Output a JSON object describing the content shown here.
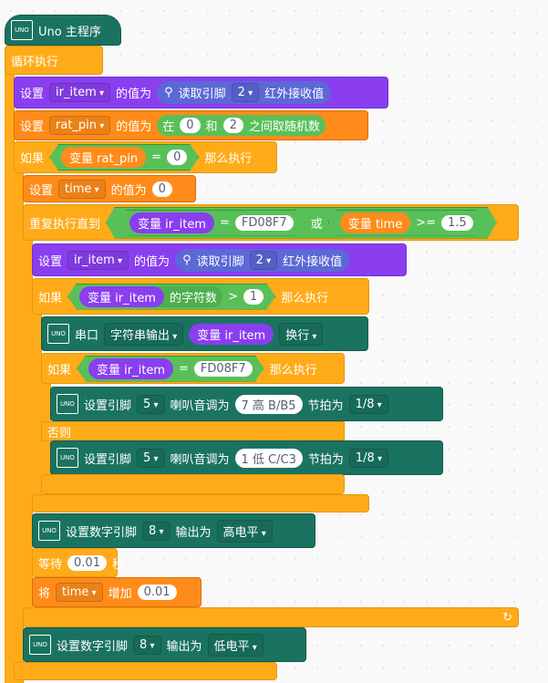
{
  "hat": {
    "title": "Uno 主程序",
    "icon_text": "UNO"
  },
  "forever": "循环执行",
  "set1": {
    "set": "设置",
    "var": "ir_item",
    "value_is": "的值为",
    "read": "读取引脚",
    "pin": "2",
    "ir": "红外接收值"
  },
  "set2": {
    "set": "设置",
    "var": "rat_pin",
    "value_is": "的值为",
    "in": "在",
    "a": "0",
    "and": "和",
    "b": "2",
    "random": "之间取随机数"
  },
  "if1": {
    "if": "如果",
    "var": "变量 rat_pin",
    "op": "=",
    "val": "0",
    "then": "那么执行"
  },
  "set3": {
    "set": "设置",
    "var": "time",
    "value_is": "的值为",
    "val": "0"
  },
  "repeat": {
    "label": "重复执行直到",
    "var1": "变量 ir_item",
    "op1": "=",
    "val1": "FD08F7",
    "or": "或",
    "var2": "变量 time",
    "op2": ">=",
    "val2": "1.5"
  },
  "set4": {
    "set": "设置",
    "var": "ir_item",
    "value_is": "的值为",
    "read": "读取引脚",
    "pin": "2",
    "ir": "红外接收值"
  },
  "if2": {
    "if": "如果",
    "var": "变量 ir_item",
    "len": "的字符数",
    "op": ">",
    "val": "1",
    "then": "那么执行"
  },
  "serial": {
    "label": "串口",
    "mode": "字符串输出",
    "var": "变量 ir_item",
    "newline": "换行"
  },
  "if3": {
    "if": "如果",
    "var": "变量 ir_item",
    "op": "=",
    "val": "FD08F7",
    "then": "那么执行",
    "else": "否则"
  },
  "tone1": {
    "label": "设置引脚",
    "pin": "5",
    "tone": "喇叭音调为",
    "note": "7 高 B/B5",
    "beat_label": "节拍为",
    "beat": "1/8"
  },
  "tone2": {
    "label": "设置引脚",
    "pin": "5",
    "tone": "喇叭音调为",
    "note": "1 低 C/C3",
    "beat_label": "节拍为",
    "beat": "1/8"
  },
  "dw_high": {
    "label": "设置数字引脚",
    "pin": "8",
    "out": "输出为",
    "level": "高电平"
  },
  "wait": {
    "label": "等待",
    "val": "0.01",
    "unit": "秒"
  },
  "inc": {
    "label": "将",
    "var": "time",
    "add": "增加",
    "val": "0.01"
  },
  "dw_low": {
    "label": "设置数字引脚",
    "pin": "8",
    "out": "输出为",
    "level": "低电平"
  }
}
